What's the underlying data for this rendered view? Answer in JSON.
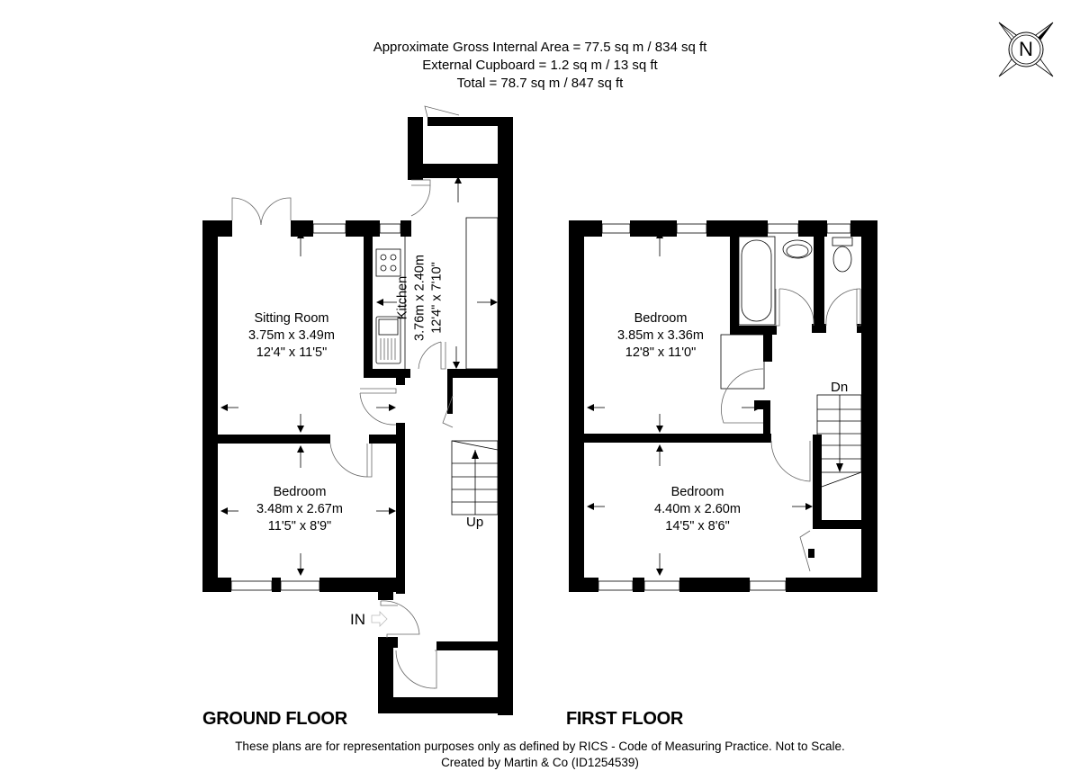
{
  "header": {
    "gross_internal_area": "Approximate Gross Internal Area = 77.5 sq m / 834 sq ft",
    "external_cupboard": "External Cupboard = 1.2 sq m / 13 sq ft",
    "total": "Total = 78.7 sq m / 847 sq ft"
  },
  "compass": {
    "label": "N",
    "icon": "north-compass-icon"
  },
  "ground_floor": {
    "title": "GROUND FLOOR",
    "rooms": [
      {
        "name": "Sitting Room",
        "metric": "3.75m x 3.49m",
        "imperial": "12'4\" x 11'5\""
      },
      {
        "name": "Kitchen",
        "metric": "3.76m x 2.40m",
        "imperial": "12'4\" x 7'10\""
      },
      {
        "name": "Bedroom",
        "metric": "3.48m x 2.67m",
        "imperial": "11'5\" x 8'9\""
      }
    ],
    "stairs_label": "Up",
    "entrance_label": "IN"
  },
  "first_floor": {
    "title": "FIRST FLOOR",
    "rooms": [
      {
        "name": "Bedroom",
        "metric": "3.85m x 3.36m",
        "imperial": "12'8\" x 11'0\""
      },
      {
        "name": "Bedroom",
        "metric": "4.40m x 2.60m",
        "imperial": "14'5\" x 8'6\""
      }
    ],
    "stairs_label": "Dn"
  },
  "footer": {
    "disclaimer": "These plans are for representation purposes only as defined by RICS - Code of Measuring Practice. Not to Scale.",
    "credit": "Created by Martin & Co (ID1254539)"
  }
}
